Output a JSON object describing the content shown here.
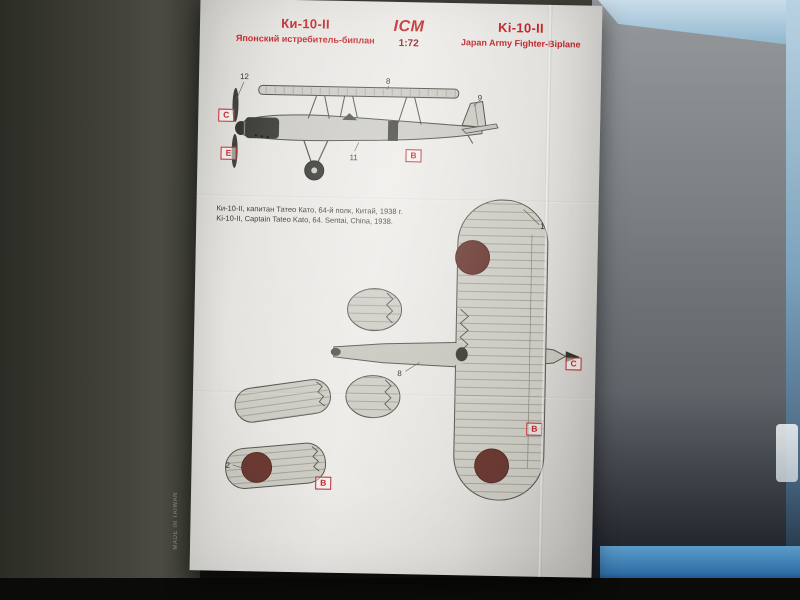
{
  "photo": {
    "made_in": "MADE IN TAIWAN"
  },
  "header": {
    "title_ru": "Ки-10-II",
    "subtitle_ru": "Японский истребитель-биплан",
    "logo_text": "ICM",
    "scale": "1:72",
    "title_en": "Ki-10-II",
    "subtitle_en": "Japan Army Fighter-Biplane"
  },
  "caption": {
    "line_ru": "Ки-10-II, капитан Татео Като, 64-й полк, Китай, 1938 г.",
    "line_en": "Ki-10-II, Captain Tateo Kato, 64. Sentai, China, 1938."
  },
  "side_view": {
    "markers": {
      "c": "C",
      "e": "E",
      "b": "B"
    },
    "callouts": {
      "n12": "12",
      "n8": "8",
      "n9": "9",
      "n11": "11"
    }
  },
  "top_view": {
    "markers": {
      "c": "C",
      "b": "B"
    },
    "callouts": {
      "n1": "1",
      "n8": "8"
    }
  },
  "wing_panels": {
    "markers": {
      "b": "B"
    },
    "callouts": {
      "n2": "2"
    }
  },
  "colors": {
    "accent_red": "#c1272d",
    "roundel_red": "#6b3a33",
    "paper": "#e4e3df",
    "strip_blue": "#3f7fb5"
  }
}
